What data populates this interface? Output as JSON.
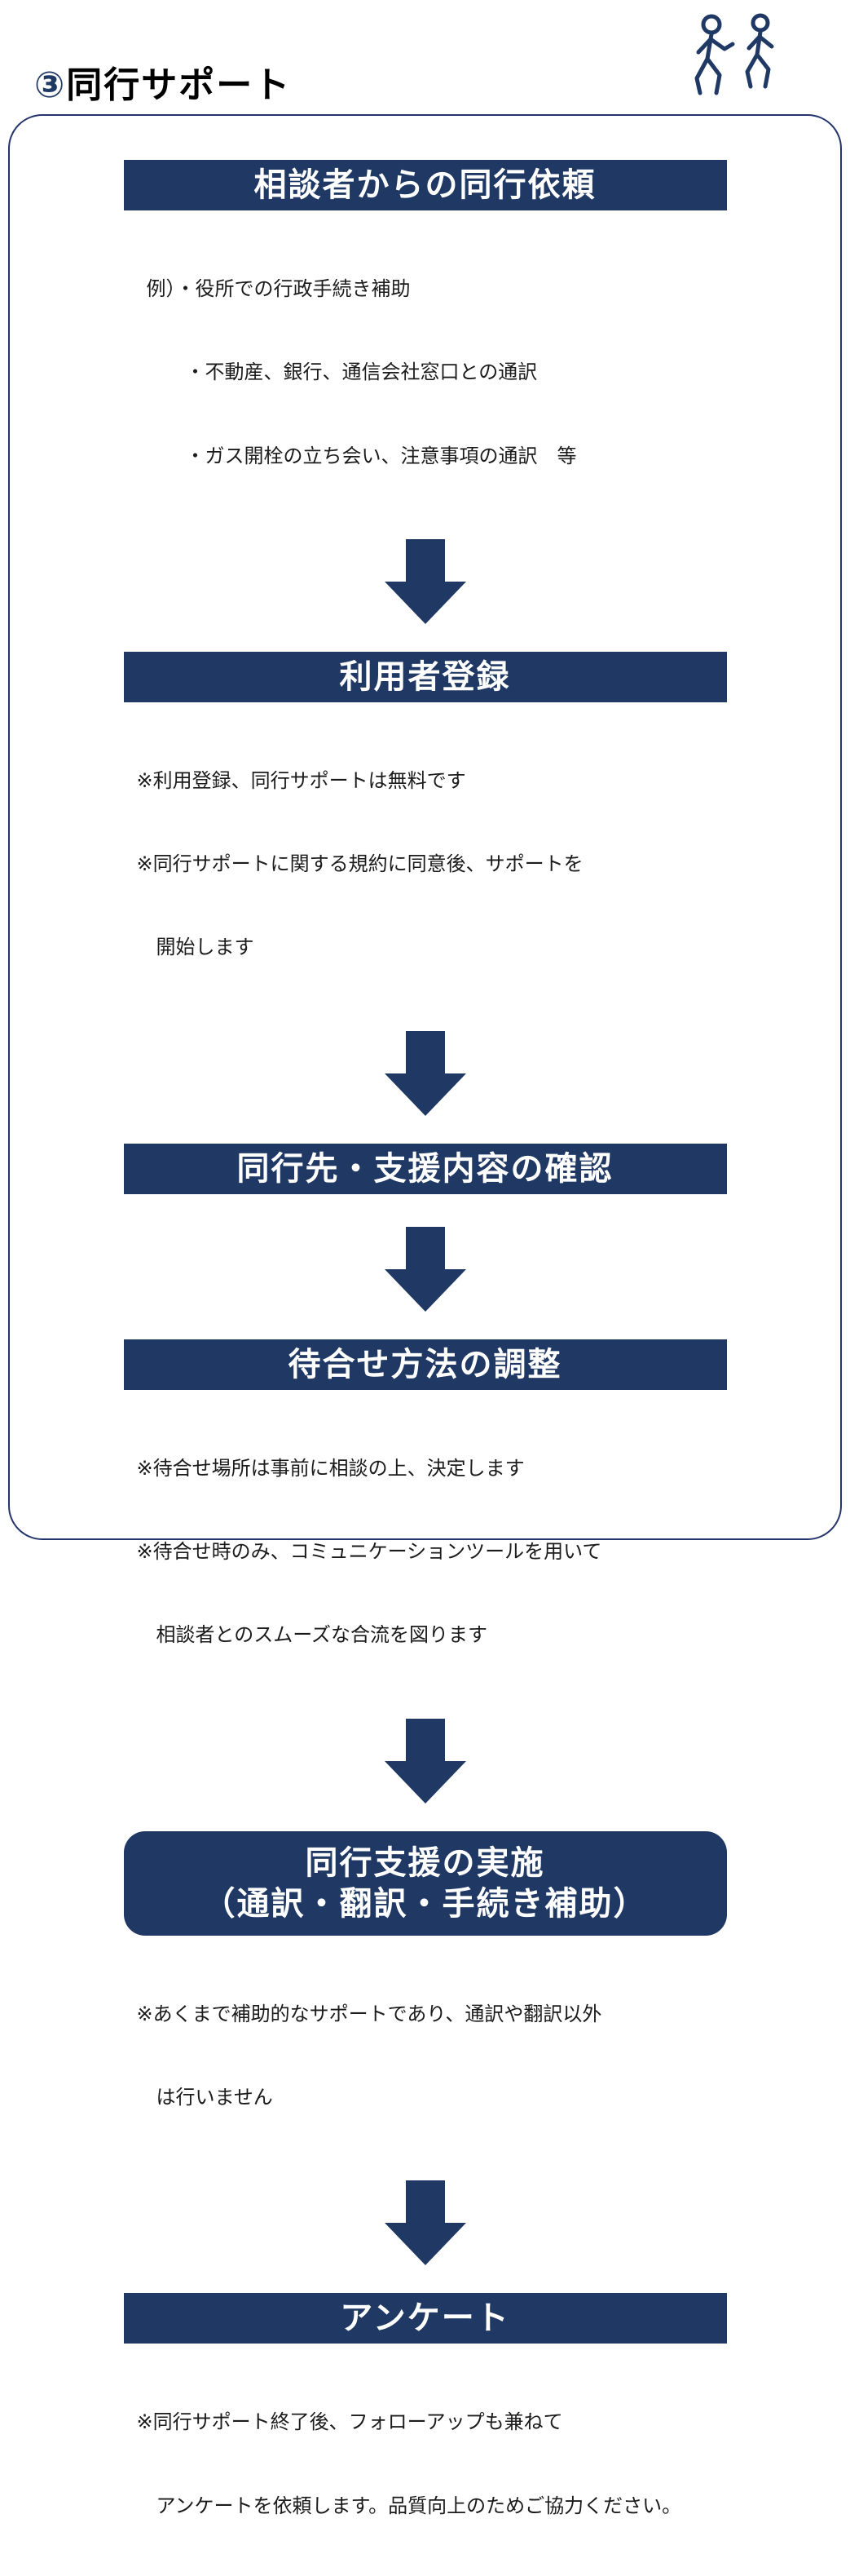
{
  "header": {
    "title_number": "③",
    "title_text": "同行サポート"
  },
  "colors": {
    "navy": "#1f3864",
    "container_border": "#24356b",
    "box_text": "#ffffff",
    "notes_text": "#1b1b1b"
  },
  "flow": {
    "steps": [
      {
        "label": "相談者からの同行依頼",
        "notes": [
          "例）・役所での行政手続き補助",
          "　　・不動産、銀行、通信会社窓口との通訳",
          "　　・ガス開栓の立ち会い、注意事項の通訳　等"
        ]
      },
      {
        "label": "利用者登録",
        "notes": [
          "※利用登録、同行サポートは無料です",
          "※同行サポートに関する規約に同意後、サポートを",
          "　開始します"
        ]
      },
      {
        "label": "同行先・支援内容の確認",
        "notes": []
      },
      {
        "label": "待合せ方法の調整",
        "notes": [
          "※待合せ場所は事前に相談の上、決定します",
          "※待合せ時のみ、コミュニケーションツールを用いて",
          "　相談者とのスムーズな合流を図ります"
        ]
      },
      {
        "label_line1": "同行支援の実施",
        "label_line2": "（通訳・翻訳・手続き補助）",
        "notes": [
          "※あくまで補助的なサポートであり、通訳や翻訳以外",
          "　は行いません"
        ]
      },
      {
        "label": "アンケート",
        "notes": [
          "※同行サポート終了後、フォローアップも兼ねて",
          "　アンケートを依頼します。品質向上のためご協力ください。"
        ]
      }
    ]
  }
}
